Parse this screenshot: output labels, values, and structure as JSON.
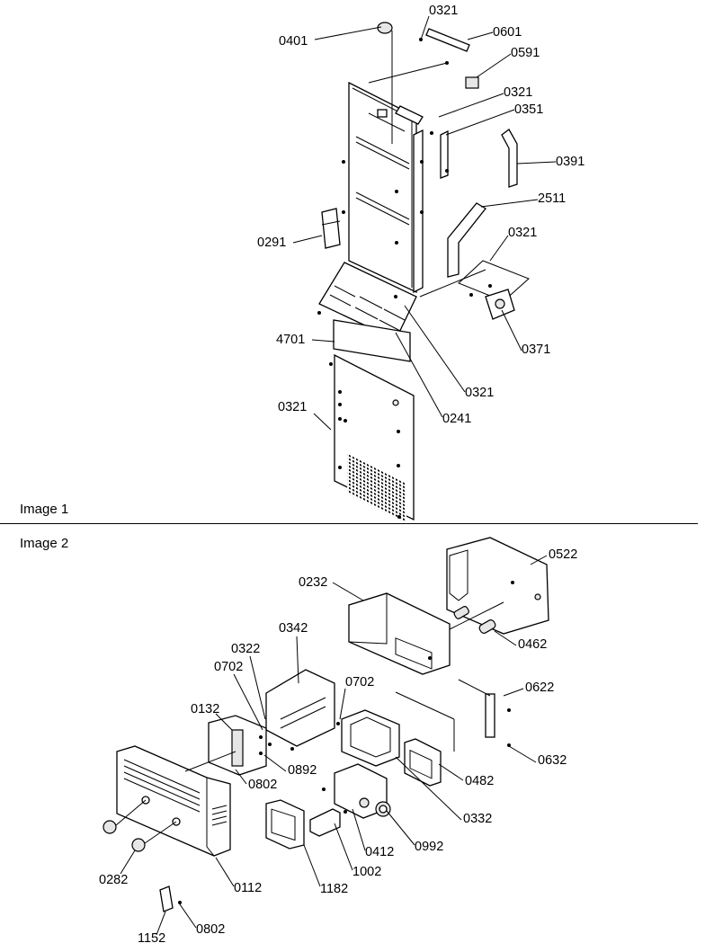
{
  "panels": [
    {
      "caption": "Image 1",
      "callouts": [
        {
          "label": "0401"
        },
        {
          "label": "0321"
        },
        {
          "label": "0601"
        },
        {
          "label": "0591"
        },
        {
          "label": "0321"
        },
        {
          "label": "0351"
        },
        {
          "label": "0391"
        },
        {
          "label": "2511"
        },
        {
          "label": "0291"
        },
        {
          "label": "0321"
        },
        {
          "label": "0371"
        },
        {
          "label": "4701"
        },
        {
          "label": "0321"
        },
        {
          "label": "0321"
        },
        {
          "label": "0241"
        }
      ]
    },
    {
      "caption": "Image 2",
      "callouts": [
        {
          "label": "0522"
        },
        {
          "label": "0232"
        },
        {
          "label": "0462"
        },
        {
          "label": "0342"
        },
        {
          "label": "0322"
        },
        {
          "label": "0702"
        },
        {
          "label": "0702"
        },
        {
          "label": "0132"
        },
        {
          "label": "0622"
        },
        {
          "label": "0632"
        },
        {
          "label": "0892"
        },
        {
          "label": "0802"
        },
        {
          "label": "0482"
        },
        {
          "label": "0332"
        },
        {
          "label": "0412"
        },
        {
          "label": "0992"
        },
        {
          "label": "1002"
        },
        {
          "label": "0282"
        },
        {
          "label": "0112"
        },
        {
          "label": "1182"
        },
        {
          "label": "0802"
        },
        {
          "label": "1152"
        }
      ]
    }
  ]
}
